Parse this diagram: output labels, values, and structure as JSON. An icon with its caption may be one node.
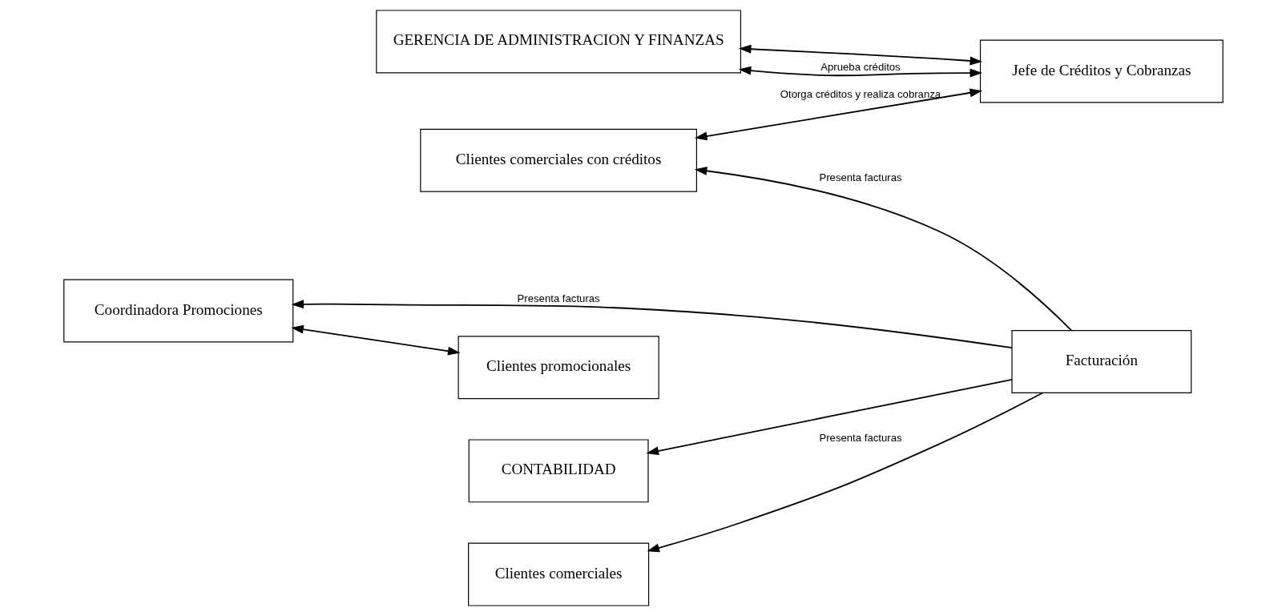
{
  "diagram": {
    "nodes": [
      {
        "text": [
          "Clientes comerciales con créditos"
        ]
      },
      {
        "text": [
          "Jefe de Créditos y Cobranzas"
        ]
      },
      {
        "text": [
          "Facturación"
        ]
      },
      {
        "text": [
          "GERENCIA DE ADMINISTRACION Y FINANZAS"
        ]
      },
      {
        "text": [
          "Clientes promocionales"
        ]
      },
      {
        "text": [
          "Coordinadora Promociones"
        ]
      },
      {
        "text": [
          "CONTABILIDAD"
        ]
      },
      {
        "text": [
          "Clientes comerciales"
        ]
      }
    ],
    "edges": [
      {
        "from": 1,
        "to": 0,
        "arrow": "both",
        "label": "Otorga créditos y realiza cobranza"
      },
      {
        "from": 1,
        "to": 3,
        "arrow": "both",
        "label": "Aprueba créditos"
      },
      {
        "from": 2,
        "to": 0,
        "arrow": "to",
        "label": "Presenta facturas"
      },
      {
        "from": 1,
        "to": 3,
        "arrow": "both"
      },
      {
        "from": 4,
        "to": 5,
        "arrow": "both"
      },
      {
        "from": 2,
        "to": 5,
        "arrow": "to",
        "label": "Presenta facturas"
      },
      {
        "from": 2,
        "to": 6,
        "arrow": "to"
      },
      {
        "from": 2,
        "to": 7,
        "arrow": "to",
        "label": "Presenta facturas"
      }
    ]
  }
}
